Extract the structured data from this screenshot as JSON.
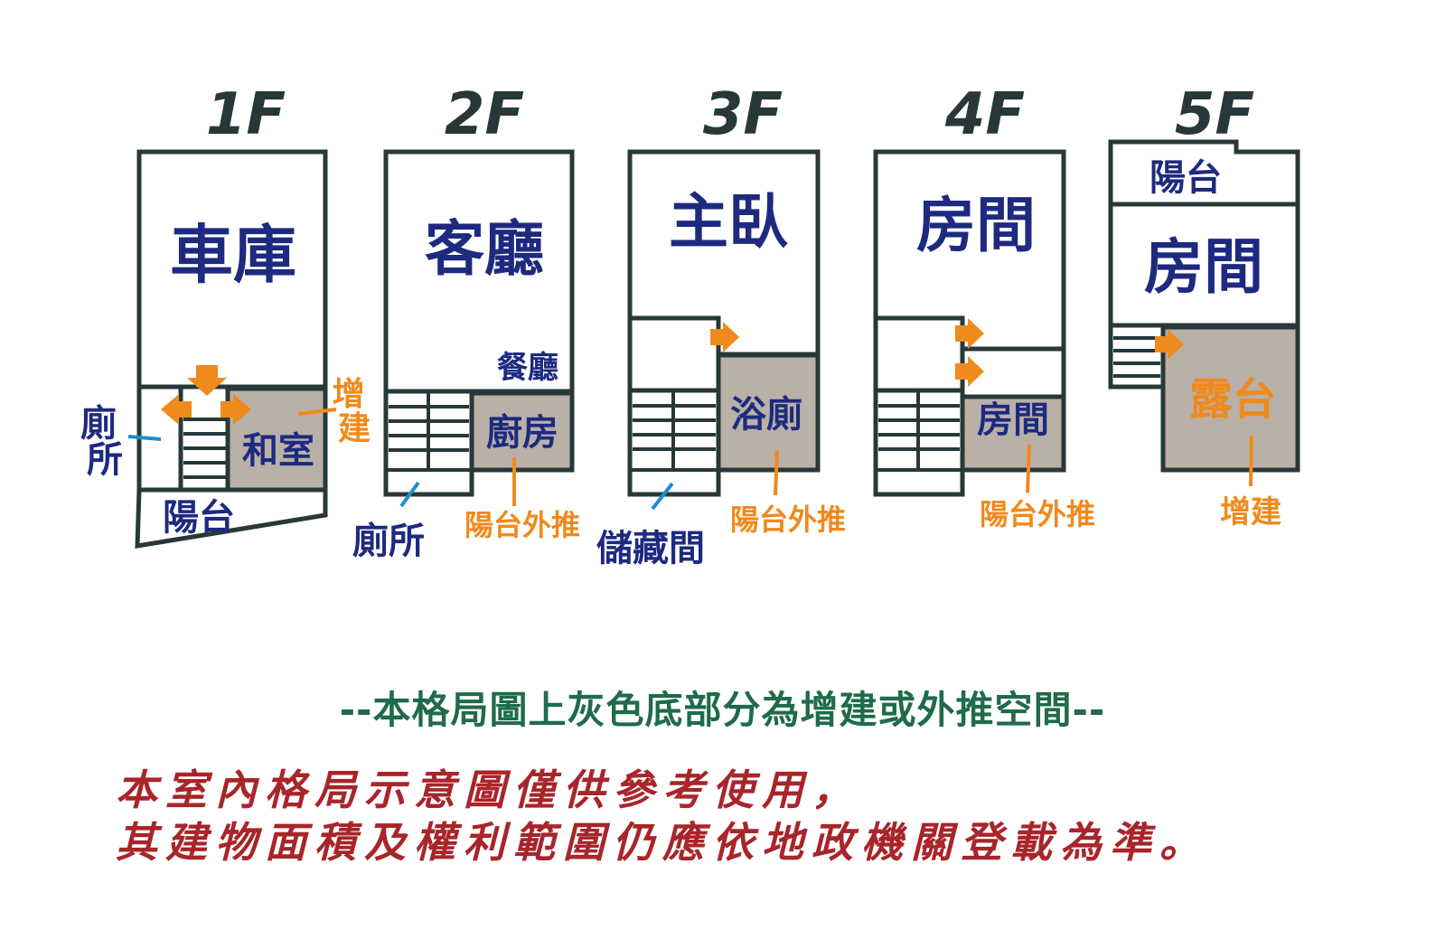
{
  "floors": [
    {
      "label": "1F",
      "rooms": {
        "garage": "車庫",
        "washitsu": "和室",
        "balcony": "陽台"
      },
      "notes": {
        "toilet": "廁所",
        "addition": "增建"
      }
    },
    {
      "label": "2F",
      "rooms": {
        "living": "客廳",
        "dining": "餐廳",
        "kitchen": "廚房"
      },
      "notes": {
        "toilet": "廁所",
        "extension": "陽台外推"
      }
    },
    {
      "label": "3F",
      "rooms": {
        "master": "主臥",
        "bath": "浴廁"
      },
      "notes": {
        "storage": "儲藏間",
        "extension": "陽台外推"
      }
    },
    {
      "label": "4F",
      "rooms": {
        "room1": "房間",
        "room2": "房間"
      },
      "notes": {
        "extension": "陽台外推"
      }
    },
    {
      "label": "5F",
      "rooms": {
        "balcony": "陽台",
        "room": "房間",
        "terrace": "露台"
      },
      "notes": {
        "addition": "增建"
      }
    }
  ],
  "caption": "--本格局圖上灰色底部分為增建或外推空間--",
  "disclaimer": {
    "line1": "本室內格局示意圖僅供參考使用，",
    "line2": "其建物面積及權利範圍仍應依地政機關登載為準。"
  },
  "colors": {
    "wall": "#283838",
    "room_text": "#1e2a80",
    "extension_fill": "#b9b0a8",
    "annotation_orange": "#ef8a1c",
    "leader_blue": "#1a8fcf",
    "caption_green": "#1f6b4b",
    "disclaimer_red": "#a8252a"
  }
}
